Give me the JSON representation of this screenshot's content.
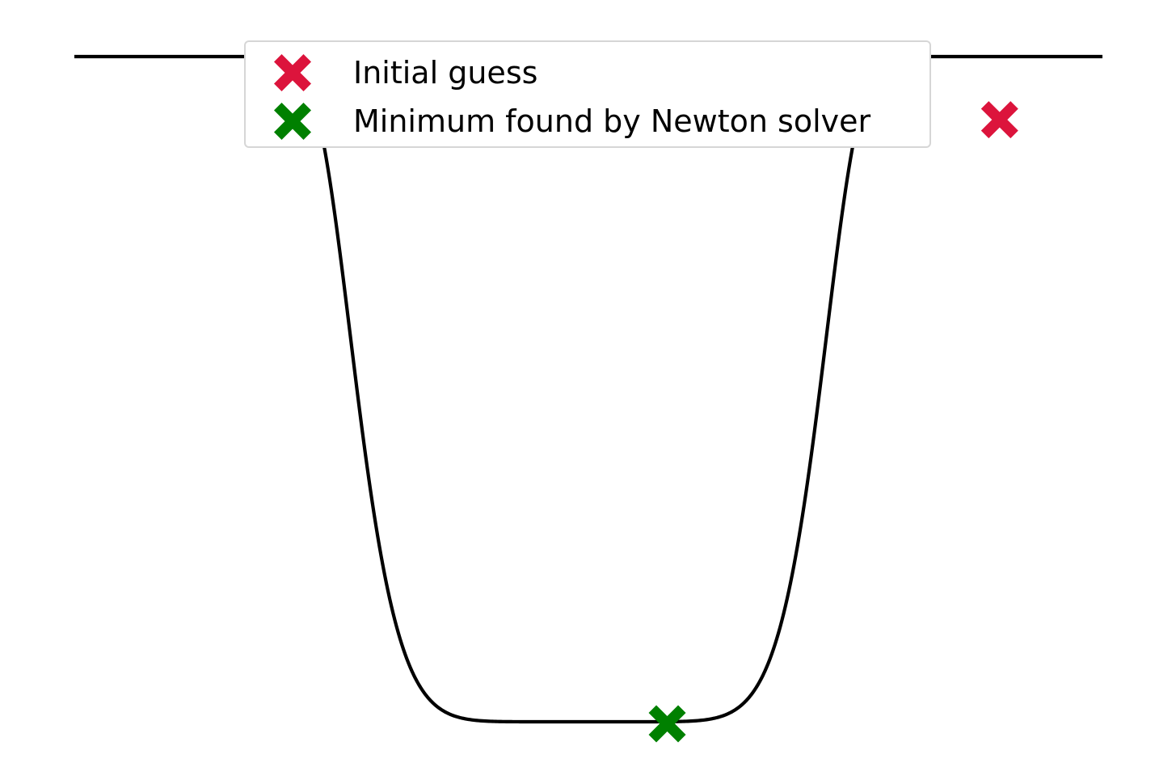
{
  "chart_data": {
    "type": "line",
    "title": "",
    "xlabel": "",
    "ylabel": "",
    "axes_visible": false,
    "grid": false,
    "xlim": [
      -1.5,
      1.5
    ],
    "ylim": [
      -0.05,
      1.05
    ],
    "curve": {
      "name": "",
      "color": "#000000",
      "function": "1 - exp(-x^8 / 0.0625)"
    },
    "series": [
      {
        "name": "Initial guess",
        "type": "scatter",
        "marker": "X",
        "color": "#dc143c",
        "points": [
          {
            "x": 1.2,
            "y": 0.905
          }
        ]
      },
      {
        "name": "Minimum found by Newton solver",
        "type": "scatter",
        "marker": "X",
        "color": "#008000",
        "points": [
          {
            "x": 0.23,
            "y": -0.003
          }
        ]
      }
    ],
    "legend": {
      "position": "upper-center",
      "entries": [
        "Initial guess",
        "Minimum found by Newton solver"
      ]
    }
  }
}
